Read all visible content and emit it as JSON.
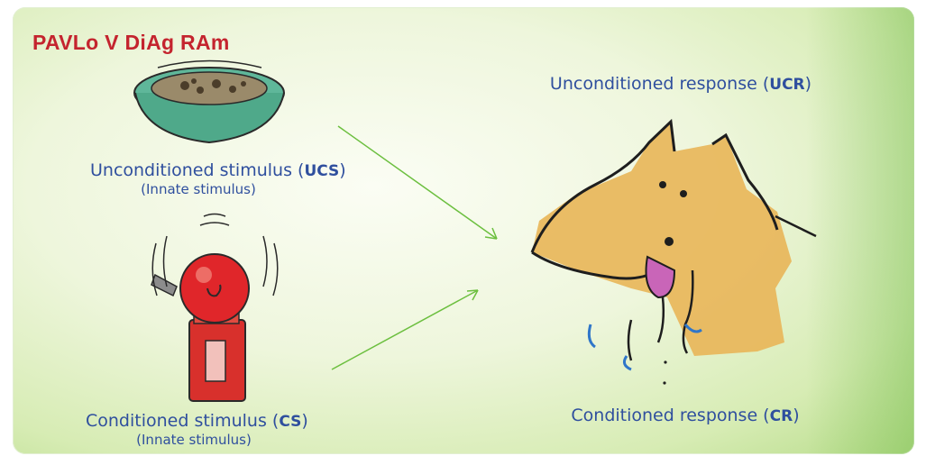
{
  "diagram": {
    "title": "PAVLo V DiAg RAm",
    "ucs": {
      "text": "Unconditioned stimulus (",
      "abbr": "UCS",
      "close": ")",
      "sub": "(Innate stimulus)"
    },
    "cs": {
      "text": "Conditioned stimulus (",
      "abbr": "CS",
      "close": ")",
      "sub": "(Innate stimulus)"
    },
    "ucr": {
      "text": "Unconditioned response (",
      "abbr": "UCR",
      "close": ")"
    },
    "cr": {
      "text": "Conditioned response (",
      "abbr": "CR",
      "close": ")"
    },
    "colors": {
      "title": "#c4242e",
      "label": "#2f4f9e",
      "arrow": "#6cbf3f",
      "bowl": "#4fa98a",
      "bell": "#d8302c",
      "dog": "#e8b65a"
    },
    "icons": [
      "food-bowl-icon",
      "ringing-bell-icon",
      "dog-icon"
    ]
  }
}
